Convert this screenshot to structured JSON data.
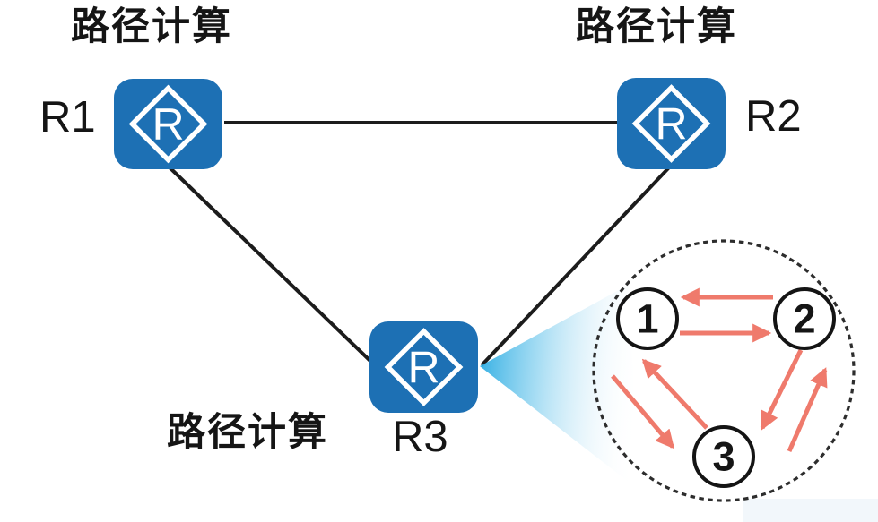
{
  "figure": {
    "background": "#ffffff",
    "routers": [
      {
        "id": "r1",
        "label": "R1",
        "caption": "路径计算"
      },
      {
        "id": "r2",
        "label": "R2",
        "caption": "路径计算"
      },
      {
        "id": "r3",
        "label": "R3",
        "caption": "路径计算"
      }
    ],
    "router_icon": {
      "glyph": "R",
      "fill": "#1d70b4",
      "diamond_stroke": "#ffffff"
    },
    "links": [
      {
        "from": "R1",
        "to": "R2"
      },
      {
        "from": "R1",
        "to": "R3"
      },
      {
        "from": "R2",
        "to": "R3"
      }
    ],
    "link_color": "#1c1c1c",
    "beam": {
      "color": "#29abe2",
      "from": "R3",
      "to": "inset-circle"
    },
    "inset": {
      "border": "dashed-circle",
      "border_color": "#2d2d2d",
      "nodes": [
        {
          "label": "1"
        },
        {
          "label": "2"
        },
        {
          "label": "3"
        }
      ],
      "arrows": [
        {
          "from": "2",
          "to": "1"
        },
        {
          "from": "1",
          "to": "2"
        },
        {
          "from": "1",
          "to": "3"
        },
        {
          "from": "3",
          "to": "1"
        },
        {
          "from": "2",
          "to": "3"
        },
        {
          "from": "3",
          "to": "2"
        }
      ],
      "arrow_color": "#ef7a6c"
    }
  }
}
